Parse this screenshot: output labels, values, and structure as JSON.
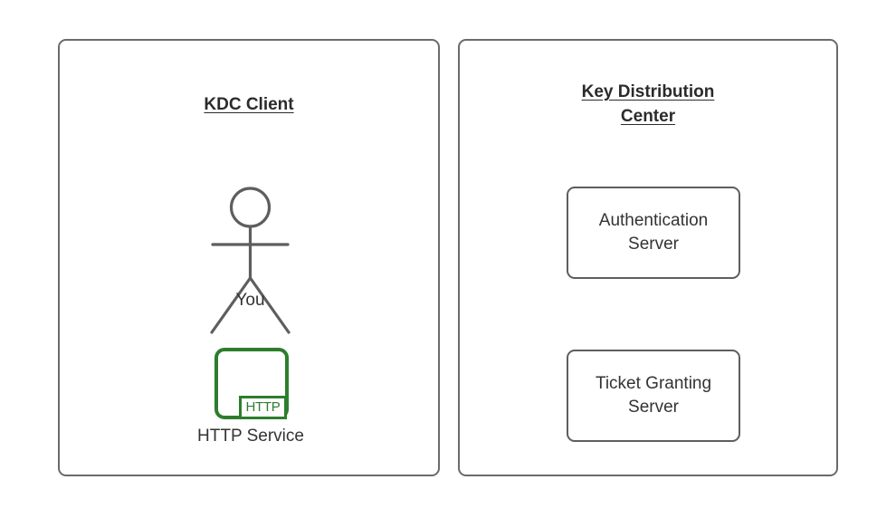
{
  "diagram": {
    "title_left": "KDC Client",
    "title_right": "Key Distribution Center",
    "background_color": "#ffffff",
    "border_color": "#6b6b6b",
    "text_color": "#333333",
    "accent_green": "#2d7d2d"
  },
  "client_panel": {
    "title": "KDC Client",
    "actor": {
      "label": "You",
      "icon": "stick-figure-icon"
    },
    "service": {
      "badge_text": "HTTP",
      "label": "HTTP Service",
      "icon": "http-service-icon",
      "color": "#2d7d2d"
    }
  },
  "kdc_panel": {
    "title_line_1": "Key Distribution",
    "title_line_2": "Center",
    "servers": [
      {
        "name": "Authentication Server"
      },
      {
        "name": "Ticket Granting Server"
      }
    ]
  }
}
